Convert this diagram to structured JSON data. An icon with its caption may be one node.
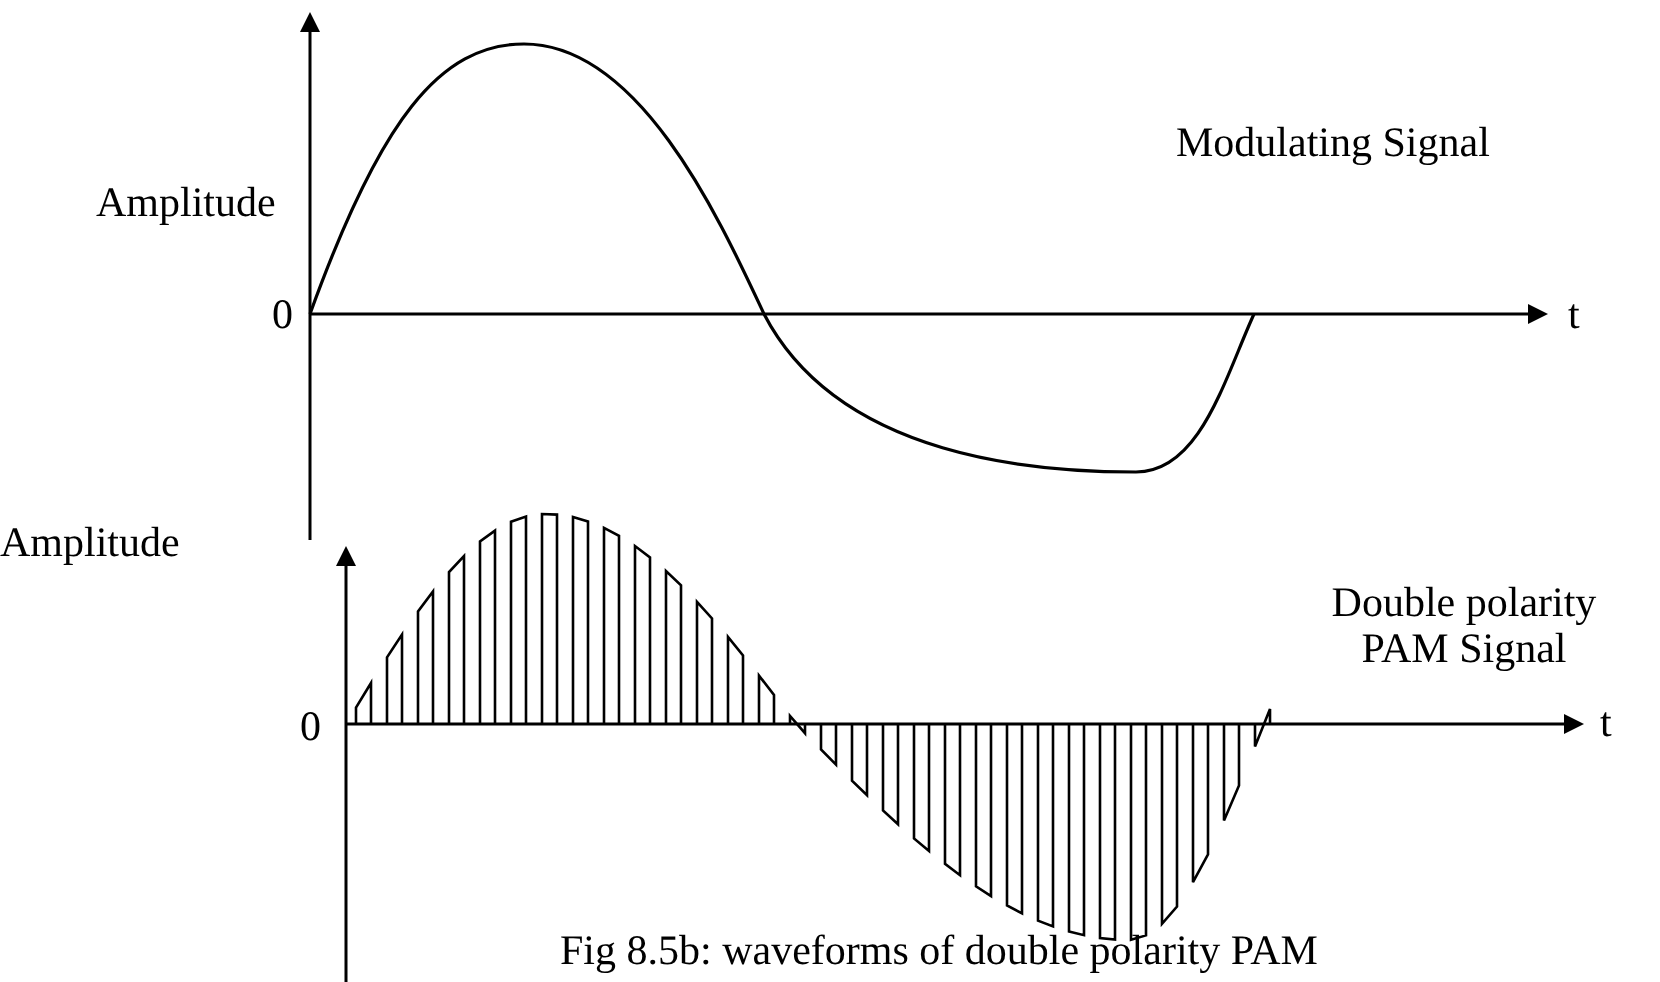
{
  "diagram": {
    "caption": "Fig 8.5b: waveforms of double polarity PAM",
    "labels": [
      "Amplitude",
      "Modulating Signal",
      "0",
      "t",
      "Amplitude",
      "Double polarity PAM Signal",
      "0",
      "t"
    ]
  }
}
